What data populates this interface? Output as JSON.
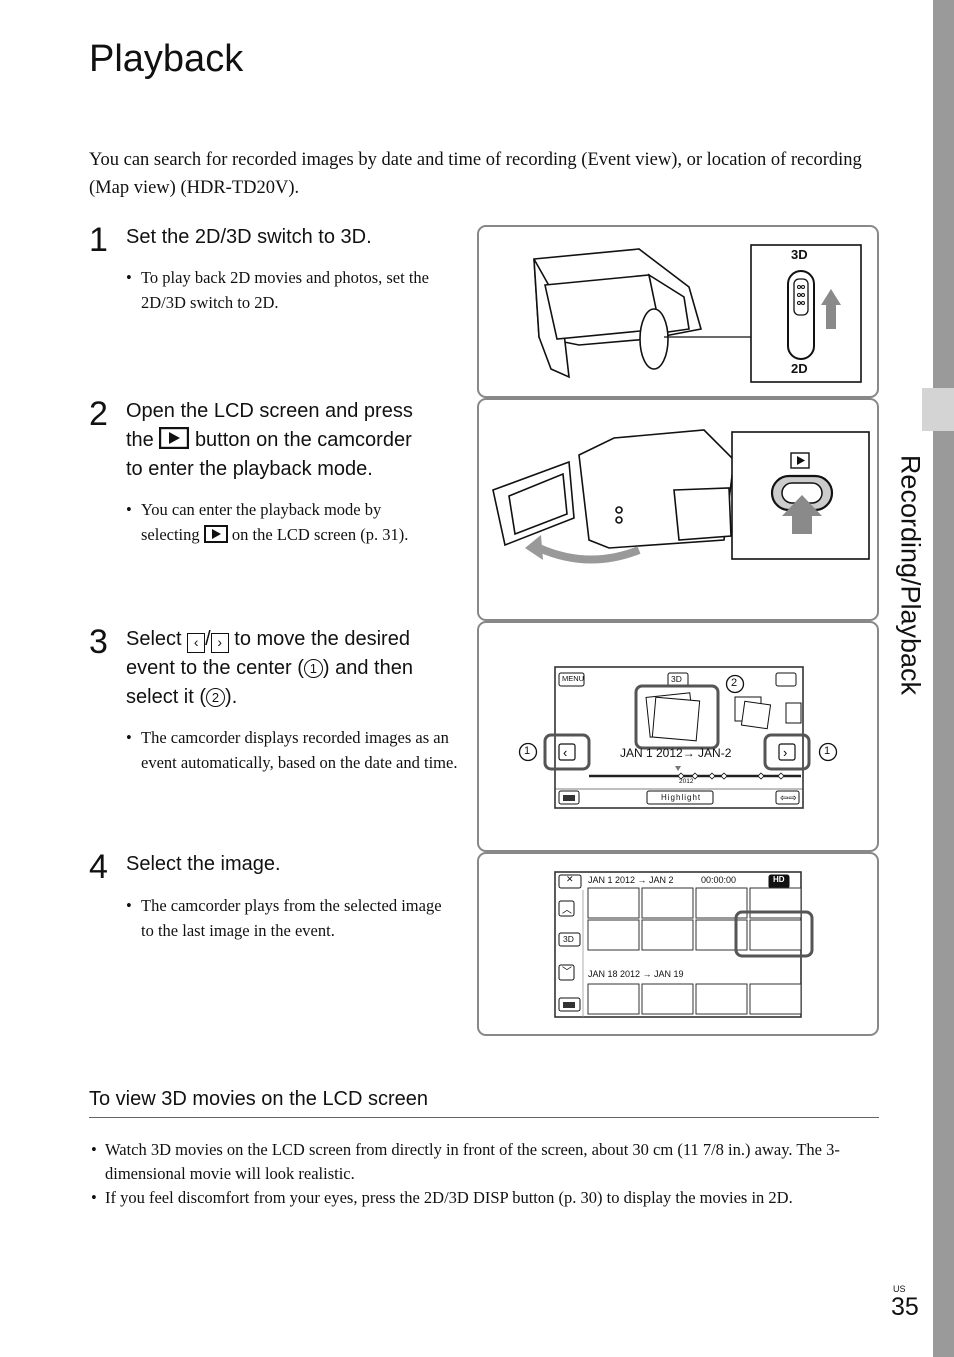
{
  "title": "Playback",
  "intro": "You can search for recorded images by date and time of recording (Event view), or location of recording (Map view) (HDR-TD20V).",
  "sidebar_label": "Recording/Playback",
  "steps": [
    {
      "number": "1",
      "title": "Set the 2D/3D switch to 3D.",
      "bullets": [
        "To play back 2D movies and photos, set the 2D/3D switch to 2D."
      ]
    },
    {
      "number": "2",
      "title_line1": "Open the LCD screen and press",
      "title_line2a": "the",
      "title_line2b": "button on the camcorder",
      "title_line3": "to enter the playback mode.",
      "bullet_part1": "You can enter the playback mode by",
      "bullet_part2": "selecting",
      "bullet_part3": "on the LCD screen (p. 31)."
    },
    {
      "number": "3",
      "title_a": "Select",
      "title_slash": "/",
      "title_b": "to move the desired",
      "title_c": "event to the center (",
      "circ1": "1",
      "title_d": ") and then",
      "title_e": "select it (",
      "circ2": "2",
      "title_f": ").",
      "bullets": [
        "The camcorder displays recorded images as an event automatically, based on the date and time."
      ]
    },
    {
      "number": "4",
      "title": "Select the image.",
      "bullets": [
        "The camcorder plays from the selected image to the last image in the event."
      ]
    }
  ],
  "figure1": {
    "label_3d": "3D",
    "label_2d": "2D"
  },
  "figure3": {
    "menu": "MENU",
    "mode": "3D",
    "date_range": "JAN 1 2012→ JAN-2",
    "year": "2012",
    "highlight": "Highlight",
    "callout1": "1",
    "callout2": "2"
  },
  "figure4": {
    "close": "✕",
    "header_range": "JAN 1 2012 → JAN 2",
    "timecode": "00:00:00",
    "quality": "HD",
    "mode": "3D",
    "second_range": "JAN 18 2012 → JAN 19"
  },
  "section2_title": "To view 3D movies on the LCD screen",
  "section2_bullets": [
    "Watch 3D movies on the LCD screen from directly in front of the screen, about 30 cm (11 7/8 in.) away. The 3-dimensional movie will look realistic.",
    "If you feel discomfort from your eyes, press the 2D/3D DISP button (p. 30) to display the movies in 2D."
  ],
  "page_region": "US",
  "page_number": "35"
}
